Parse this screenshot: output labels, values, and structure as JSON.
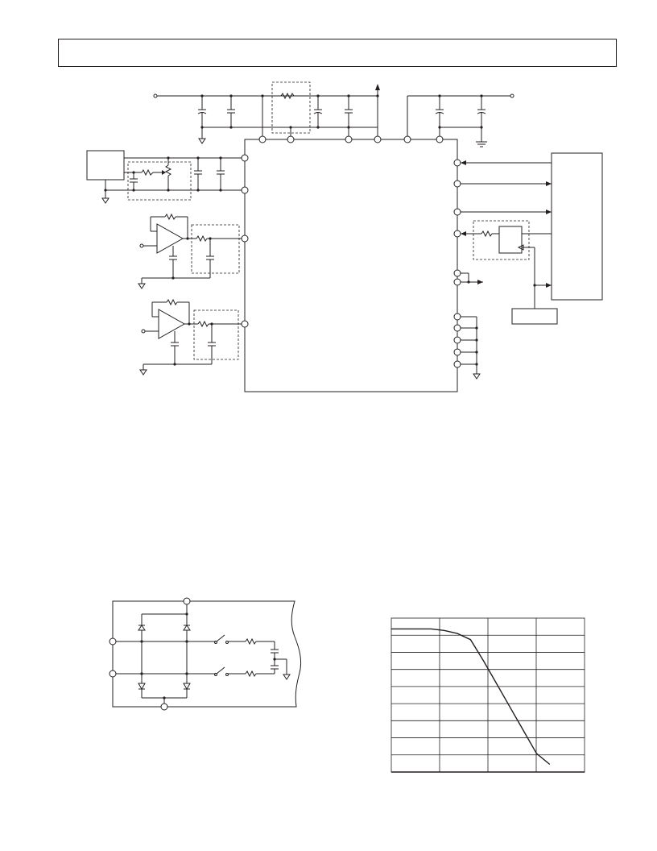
{
  "header": {
    "text": ""
  },
  "figures": {
    "main_schematic": {
      "caption": ""
    },
    "input_protection": {
      "caption": ""
    },
    "response_graph": {
      "caption": ""
    }
  },
  "chart_data": {
    "type": "line",
    "title": "",
    "xlabel": "",
    "ylabel": "",
    "grid": true,
    "grid_columns": 4,
    "grid_rows": 9,
    "series": [
      {
        "values": [
          0.93,
          0.93,
          0.93,
          0.93,
          0.92,
          0.9,
          0.86,
          0.72,
          0.57,
          0.42,
          0.27,
          0.12,
          0.05
        ]
      }
    ]
  }
}
